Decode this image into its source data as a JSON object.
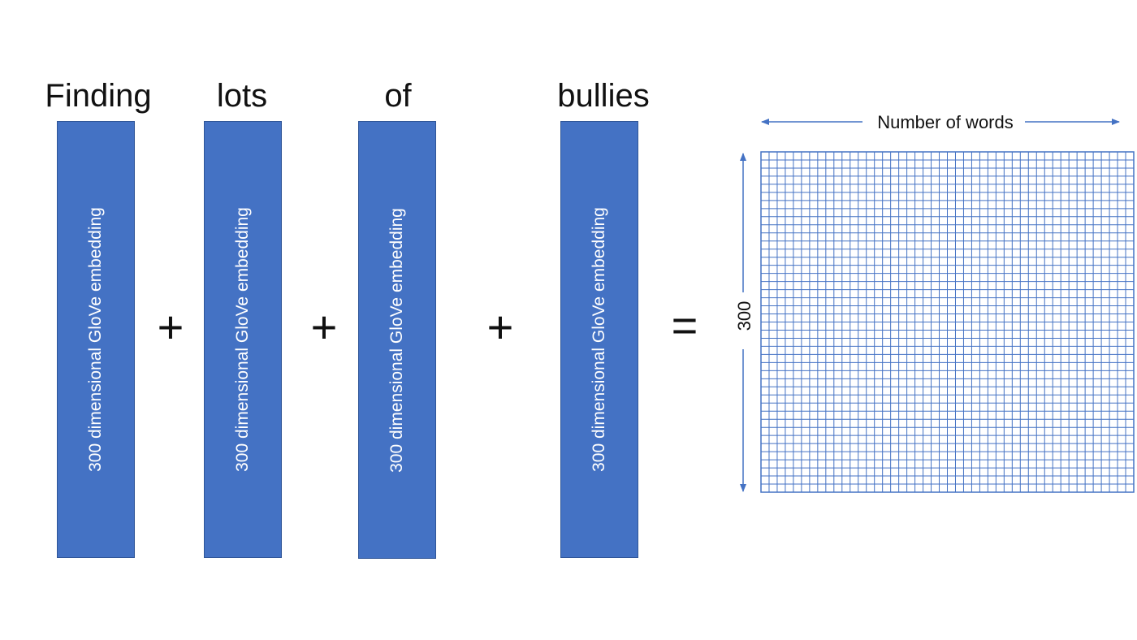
{
  "words": [
    "Finding",
    "lots",
    "of",
    "bullies"
  ],
  "embedding_label": "300 dimensional GloVe embedding",
  "operators": [
    "+",
    "+",
    "+",
    "="
  ],
  "matrix": {
    "width_label": "Number of words",
    "height_label": "300"
  },
  "colors": {
    "bar_fill": "#4472c4",
    "grid_line": "#4472c4",
    "arrow": "#4472c4"
  }
}
